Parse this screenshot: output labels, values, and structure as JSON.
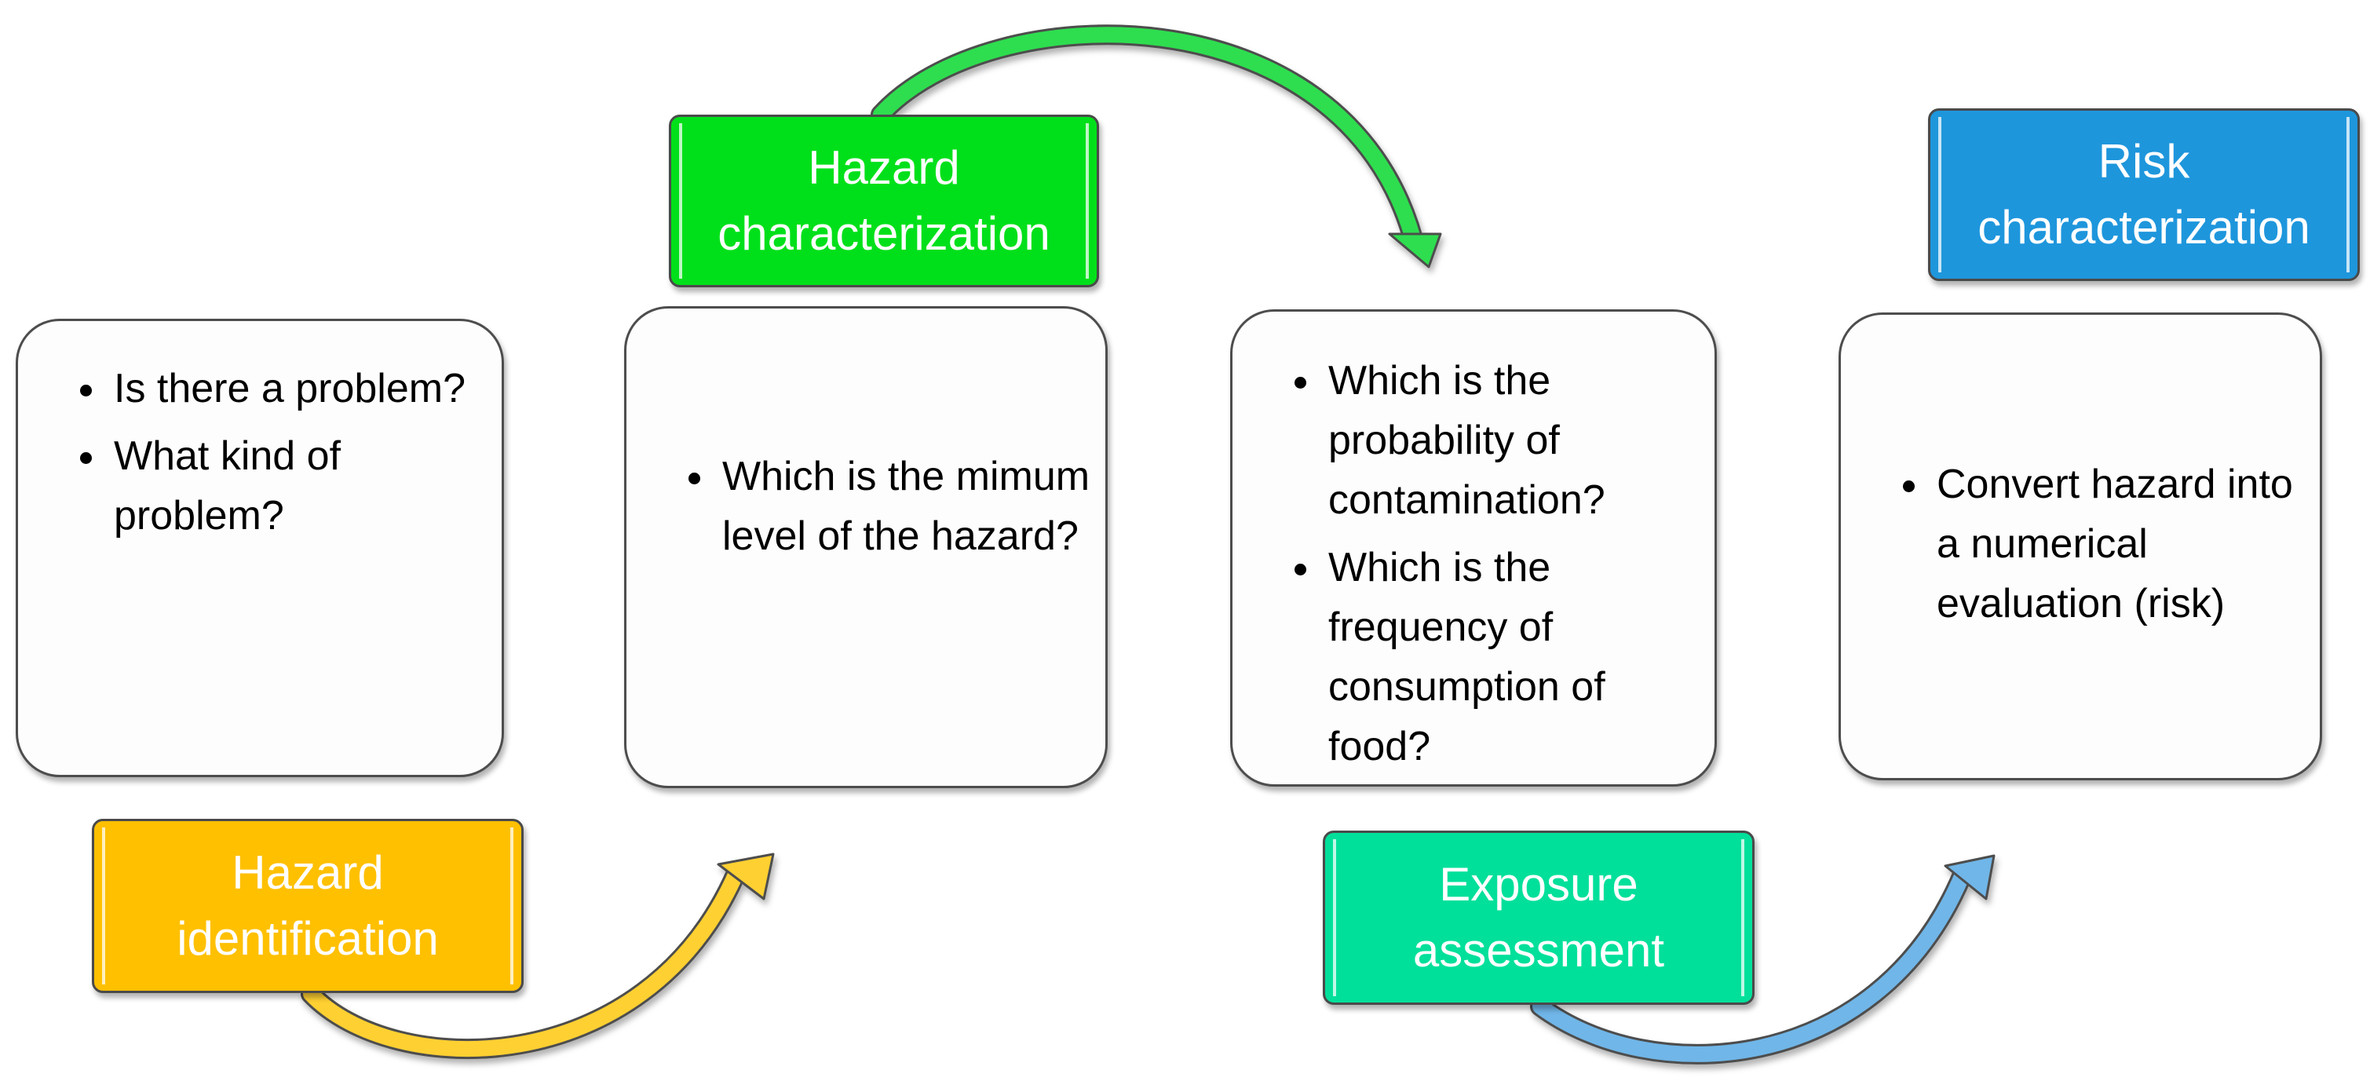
{
  "colors": {
    "hazard_identification": "#ffc000",
    "hazard_characterization": "#00e01a",
    "exposure_assessment": "#00e09a",
    "risk_characterization": "#1e96dc",
    "arrow_yellow": "#ffd033",
    "arrow_green": "#2fde4f",
    "arrow_blue": "#6fb6e8"
  },
  "stages": [
    {
      "label": "Hazard\nidentification",
      "questions": [
        "Is there a problem?",
        "What kind of problem?"
      ]
    },
    {
      "label": "Hazard\ncharacterization",
      "questions": [
        "Which is the mimum level of the hazard?"
      ]
    },
    {
      "label": "Exposure\nassessment",
      "questions": [
        "Which is the probability of contamination?",
        "Which is the frequency of consumption of food?"
      ]
    },
    {
      "label": "Risk\ncharacterization",
      "questions": [
        "Convert hazard into a numerical evaluation (risk)"
      ]
    }
  ],
  "arrows": [
    {
      "from": "hazard-identification",
      "to": "hazard-characterization",
      "icon": "curved-arrow-up-icon"
    },
    {
      "from": "hazard-characterization",
      "to": "exposure-assessment",
      "icon": "curved-arrow-down-icon"
    },
    {
      "from": "exposure-assessment",
      "to": "risk-characterization",
      "icon": "curved-arrow-up-icon"
    }
  ]
}
